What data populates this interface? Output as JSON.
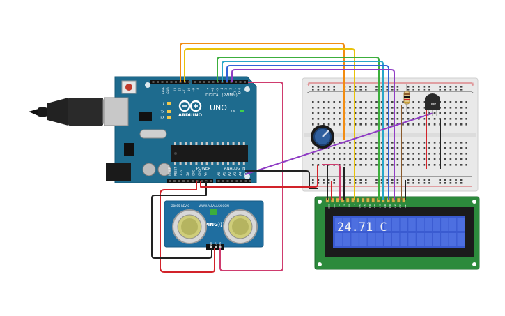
{
  "arduino": {
    "brand": "ARDUINO",
    "model": "UNO",
    "aref_label": "AREF",
    "gnd_label": "GND",
    "digital_header_label": "DIGITAL (PWM~)",
    "digital_pins": [
      "13",
      "12",
      "~11",
      "~10",
      "~9",
      "8",
      "7",
      "~6",
      "~5",
      "4",
      "~3",
      "2",
      "TX 1",
      "RX 0"
    ],
    "power_header_label": "POWER",
    "analog_header_label": "ANALOG IN",
    "power_pins": [
      "IOREF",
      "RESET",
      "3.3V",
      "5V",
      "GND",
      "GND",
      "Vin"
    ],
    "analog_pins": [
      "A0",
      "A1",
      "A2",
      "A3",
      "A4",
      "A5"
    ],
    "led_labels": [
      "L",
      "TX",
      "RX"
    ],
    "on_label": "ON"
  },
  "sensor": {
    "model_label": "PING)))",
    "site_label": "WWW.PARALLAX.COM",
    "part_label": "28015 REV C",
    "pin_labels": [
      "GND",
      "5V",
      "SIG"
    ]
  },
  "temp_sensor": {
    "label": "TMP"
  },
  "lcd": {
    "text": "24.71 C",
    "pin_labels": [
      "GND",
      "VCC",
      "V0",
      "RS",
      "RW",
      "E",
      "DB0",
      "DB1",
      "DB2",
      "DB3",
      "DB4",
      "DB5",
      "DB6",
      "DB7",
      "LED",
      "LED"
    ]
  },
  "breadboard": {
    "rail_signs": [
      "+",
      "-"
    ]
  },
  "colors": {
    "board": "#1e6b8e",
    "breadboard": "#e9e9e9",
    "lcd_screen": "#3a5bd1",
    "lcd_pcb": "#2c8a3c",
    "sensor_pcb": "#1f6ea0",
    "wire_orange": "#f28c12",
    "wire_yellow": "#e8c20a",
    "wire_green": "#3cae3c",
    "wire_cyan": "#28a7c8",
    "wire_blue": "#3063d8",
    "wire_purple": "#8f3cc4",
    "wire_red": "#d2232a",
    "wire_black": "#222222",
    "wire_pink": "#cf3b6e"
  }
}
